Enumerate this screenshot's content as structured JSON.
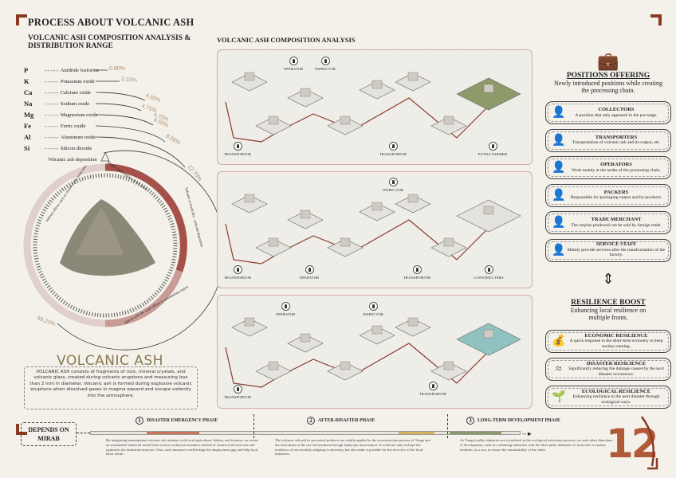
{
  "title": "PROCESS ABOUT VOLCANIC ASH",
  "composition": {
    "heading": "VOLCANIC ASH COMPOSITION ANALYSIS & DISTRIBUTION RANGE",
    "elements": [
      {
        "symbol": "P",
        "name": "Anidride fosforica",
        "percent": "0.80%"
      },
      {
        "symbol": "K",
        "name": "Potassium oxide",
        "percent": "2.10%"
      },
      {
        "symbol": "Ca",
        "name": "Calcium oxide",
        "percent": "4.65%"
      },
      {
        "symbol": "Na",
        "name": "Sodium oxide",
        "percent": "4.75%"
      },
      {
        "symbol": "Mg",
        "name": "Magnesium oxide",
        "percent": "4.75%"
      },
      {
        "symbol": "Fe",
        "name": "Ferric oxide",
        "percent": "6.55%"
      },
      {
        "symbol": "Al",
        "name": "Aluminum oxide",
        "percent": "8.95%"
      },
      {
        "symbol": "Si",
        "name": "Silicon dioxide",
        "percent": "12.70%"
      }
    ],
    "remaining_percent": "58.20%",
    "deposition_label": "Volcanic ash deposition",
    "ring_labels": [
      "Magma and eruption of hot gases",
      "Volcanic or Earth life - with ash deposition",
      "Spread with the wind effects to surrounding region",
      "Indirect effects such as climate is the main ones"
    ]
  },
  "volcanic_ash": {
    "heading": "VOLCANIC ASH",
    "body": "VOLCANIC ASH consists of fragments of rock, mineral crystals, and volcanic glass, created during volcanic eruptions and measuring less than 2 mm in diameter. Volcanic ash is formed during explosive volcanic eruptions when dissolved gases in magma expand and escape violently into the atmosphere."
  },
  "analysis": {
    "heading": "VOLCANIC ASH COMPOSITION ANALYSIS",
    "panels": [
      {
        "roles": [
          "OPERATOR",
          "INSPECTOR",
          "TRANSPORTOR",
          "TRANSPORTOR",
          "EXTRA FARMER"
        ]
      },
      {
        "roles": [
          "INSPECTOR",
          "TRANSPORTOR",
          "OPERATOR",
          "TRANSPORTOR",
          "CONSTRUCTERS"
        ]
      },
      {
        "roles": [
          "OPERATOR",
          "INSPECTOR",
          "TRANSPORTOR",
          "TRANSPORTOR"
        ]
      }
    ]
  },
  "positions": {
    "heading": "POSITIONS OFFERING",
    "subtitle": "Newly introduced positions while creating the processing chain.",
    "items": [
      {
        "title": "COLLECTORS",
        "desc": "A position that only appeared in the pre-stage."
      },
      {
        "title": "TRANSPORTERS",
        "desc": "Transportation of volcanic ash and its output, etc."
      },
      {
        "title": "OPERATORS",
        "desc": "Work mainly at the nodes of the processing chain."
      },
      {
        "title": "PACKERS",
        "desc": "Responsible for packaging output and by-products."
      },
      {
        "title": "TRADE MERCHANT",
        "desc": "The surplus produced can be sold by foreign trade."
      },
      {
        "title": "SERVICE STAFF",
        "desc": "Mainly provide services after the transformation of the factory."
      }
    ]
  },
  "resilience": {
    "heading": "RESILIENCE BOOST",
    "subtitle": "Enhancing local resilience on multiple fronts.",
    "items": [
      {
        "title": "ECONOMIC RESILIENCE",
        "desc": "A quick response to the short-term economy to keep society running.",
        "icon": "money-bag-icon"
      },
      {
        "title": "DISASTER RESILIENCE",
        "desc": "Significantly reducing the damage caused by the next disaster occurrence.",
        "icon": "wave-icon"
      },
      {
        "title": "ECOLOGICAL RESILIENCE",
        "desc": "Enhancing resilience to the next disaster through ecological ways.",
        "icon": "sprout-hand-icon"
      }
    ]
  },
  "timeline": {
    "depends": "DEPENDS ON MIRAB",
    "phases": [
      {
        "num": "1",
        "title": "DISASTER EMERGENCY PHASE",
        "color": "#c9775a",
        "text": "By integrating transregional volcanic ash industry with local agriculture, fishery, and tourism, we create an sustainable industrial model that receives technical assistance instead of financial aid overseas and optimizes the industrial structure. Thus, such measures could bridge the employment gap and help local labor return."
      },
      {
        "num": "2",
        "title": "AFTER-DISASTER PHASE",
        "color": "#d4b45a",
        "text": "The volcanic ash and its processed products are widely applied to the reconstruction process of Tonga and the restoration of the sea-environment through landscape intervention. It could not only reshape the resilience of successfully adapting to adversity, but also make it possible for the recovery of the local industries."
      },
      {
        "num": "3",
        "title": "LONG-TERM DEVELOPMENT PHASE",
        "color": "#8a9a6a",
        "text": "As Tonga's pillar industries are revitalized in the ecological restoration process, we seek other directions of development, such as combining industries with the three pillar industries to form new economic modules, as a way to ensure the sustainability of the chain."
      }
    ]
  },
  "page_number": "12"
}
